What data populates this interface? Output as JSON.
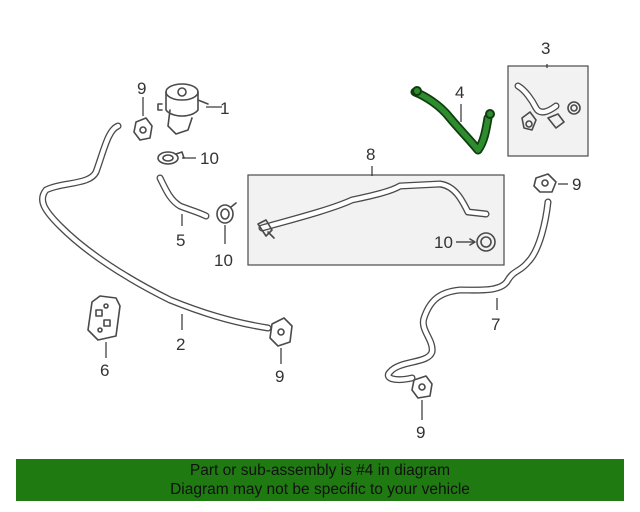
{
  "callouts": {
    "p1": "1",
    "p2": "2",
    "p3": "3",
    "p4": "4",
    "p5": "5",
    "p6": "6",
    "p7": "7",
    "p8": "8",
    "p9a": "9",
    "p9b": "9",
    "p9c": "9",
    "p9d": "9",
    "p10a": "10",
    "p10b": "10",
    "p10c": "10"
  },
  "banner": {
    "line1": "Part or sub-assembly is #4 in diagram",
    "line2": "Diagram may not be specific to your vehicle",
    "color": "#1f7a12"
  },
  "highlight_color": "#2e8b2e"
}
